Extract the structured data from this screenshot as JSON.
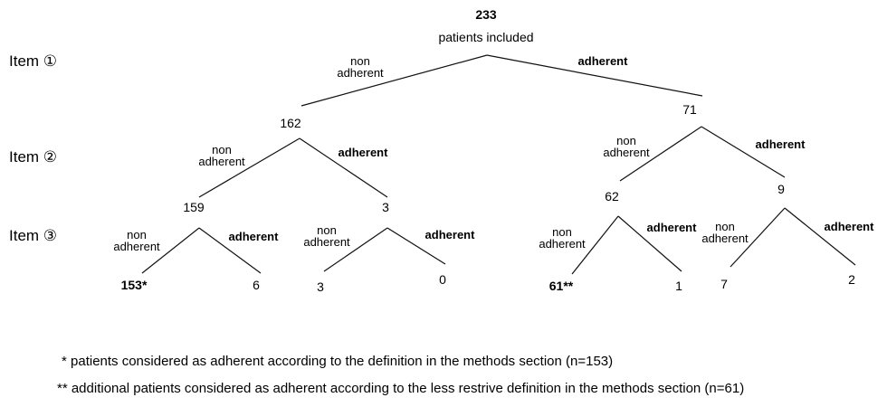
{
  "figure": {
    "row_labels": [
      "Item ①",
      "Item ②",
      "Item ③"
    ],
    "root": {
      "value": "233",
      "caption": "patients included"
    },
    "edge_labels": {
      "non_adherent": "non\nadherent",
      "adherent": "adherent"
    },
    "nodes": {
      "item1": {
        "non_adherent": "162",
        "adherent": "71"
      },
      "item2": {
        "non_non": "159",
        "non_adh": "3",
        "adh_non": "62",
        "adh_adh": "9"
      },
      "item3": {
        "non_non_non": "153*",
        "non_non_adh": "6",
        "non_adh_non": "3",
        "non_adh_adh": "0",
        "adh_non_non": "61**",
        "adh_non_adh": "1",
        "adh_adh_non": "7",
        "adh_adh_adh": "2"
      }
    },
    "footnotes": [
      "* patients considered as adherent according to the definition in the methods section (n=153)",
      "** additional patients considered as adherent according to the less restrive definition in the methods section (n=61)"
    ]
  }
}
